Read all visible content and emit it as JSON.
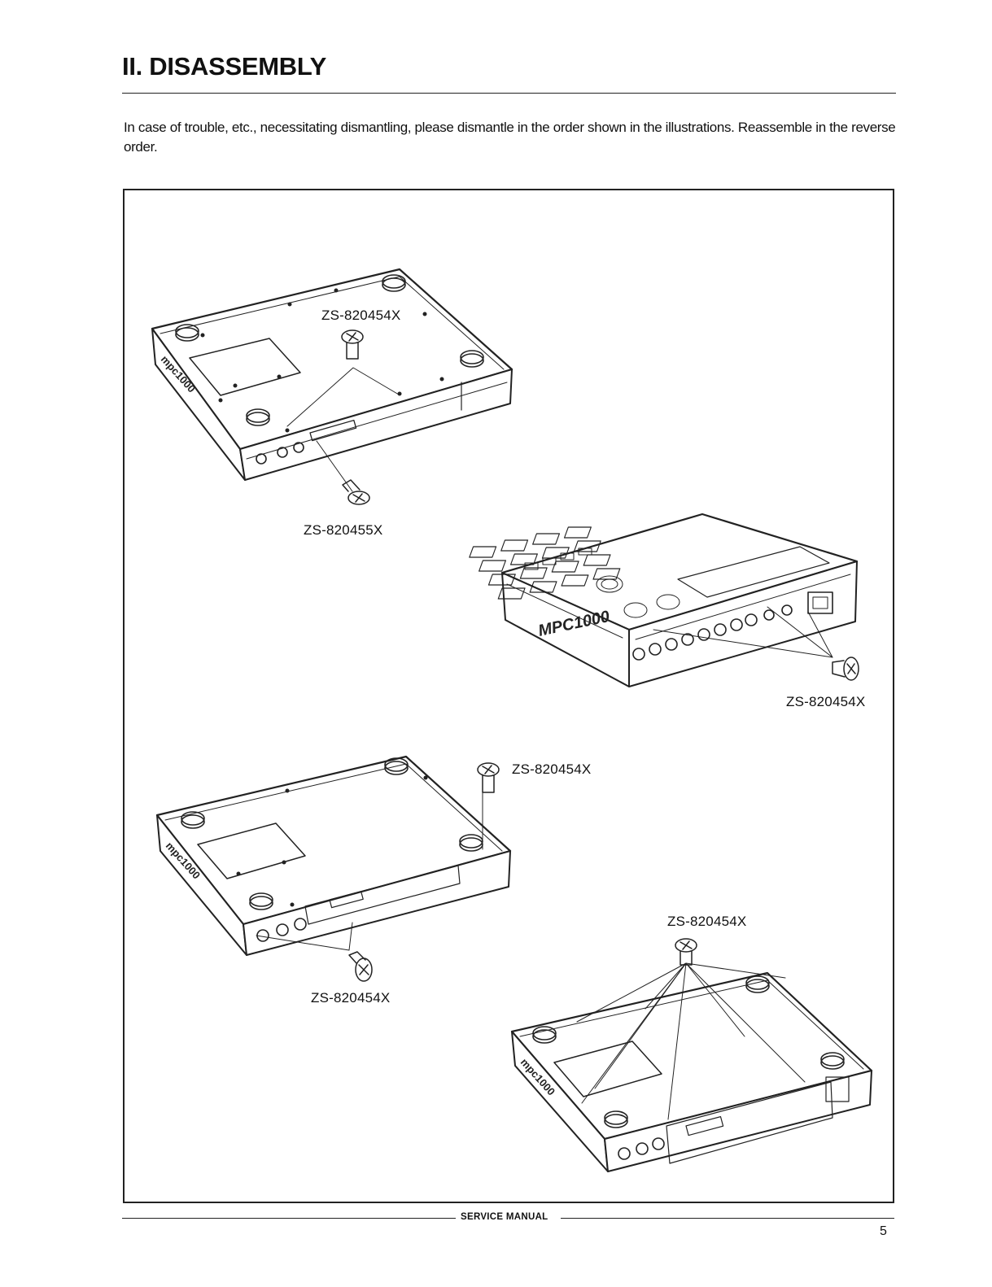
{
  "header": {
    "title": "II. DISASSEMBLY"
  },
  "intro": "In case of trouble, etc., necessitating dismantling, please dismantle in the order shown in the illustrations. Reassemble in the reverse order.",
  "figure": {
    "callouts": [
      {
        "id": "step1_top",
        "label": "ZS-820454X"
      },
      {
        "id": "step1_bottom",
        "label": "ZS-820455X"
      },
      {
        "id": "step2_rear",
        "label": "ZS-820454X"
      },
      {
        "id": "step3_side",
        "label": "ZS-820454X"
      },
      {
        "id": "step3_bottom",
        "label": "ZS-820454X"
      },
      {
        "id": "step4_top",
        "label": "ZS-820454X"
      }
    ]
  },
  "footer": {
    "label": "SERVICE MANUAL",
    "page_number": "5"
  }
}
